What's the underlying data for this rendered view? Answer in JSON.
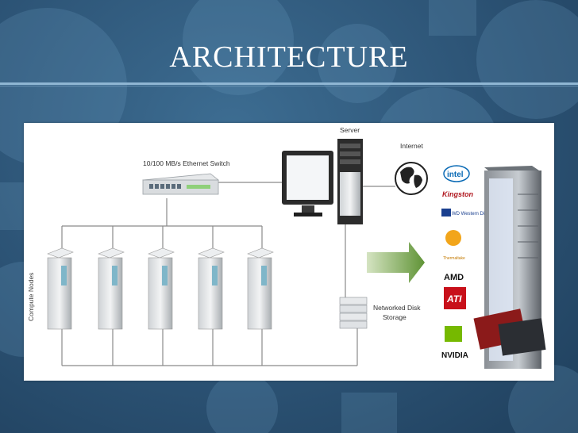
{
  "slide": {
    "title": "ARCHITECTURE",
    "colors": {
      "background": "#2c5375",
      "rule": "#8fb6d3",
      "arrow": "#6f9f3c"
    }
  },
  "diagram": {
    "switch_label": "10/100 MB/s Ethernet Switch",
    "server_label": "Server",
    "internet_label": "Internet",
    "compute_label": "Compute Nodes",
    "storage_label_line1": "Networked Disk",
    "storage_label_line2": "Storage",
    "brands": [
      "intel",
      "Kingston",
      "WD Western Digital",
      "Thermaltake",
      "AMD",
      "ATI",
      "NVIDIA"
    ]
  }
}
